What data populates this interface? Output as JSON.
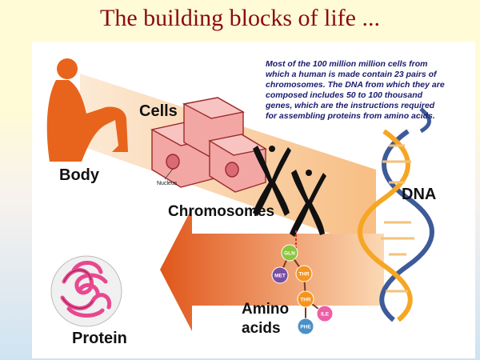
{
  "title": "The building blocks of life ...",
  "labels": {
    "body": "Body",
    "cells": "Cells",
    "nucleus": "Nucleus",
    "chromosomes": "Chromosomes",
    "dna": "DNA",
    "amino_line1": "Amino",
    "amino_line2": "acids",
    "protein": "Protein"
  },
  "description": [
    "Most of the 100 million million cells from",
    "which a human is made contain 23 pairs of",
    "chromosomes. The DNA from which they are",
    "composed includes 50 to 100 thousand",
    "genes, which are the instructions required",
    "for assembling proteins from amino acids."
  ],
  "amino_acids": [
    {
      "abbr": "GLN",
      "color": "#8dc63f"
    },
    {
      "abbr": "MET",
      "color": "#7a4fa3"
    },
    {
      "abbr": "THR",
      "color": "#f7941d"
    },
    {
      "abbr": "THR",
      "color": "#f7941d"
    },
    {
      "abbr": "ILE",
      "color": "#ec5fa7"
    },
    {
      "abbr": "PHE",
      "color": "#4a90c8"
    }
  ],
  "colors": {
    "title": "#8b0a12",
    "body_figure": "#e8641c",
    "arrow": "#e8641c",
    "cells": "#f2a7a5",
    "protein": "#e8488e",
    "dna_orange": "#f5a623",
    "dna_blue": "#3d5a99"
  }
}
